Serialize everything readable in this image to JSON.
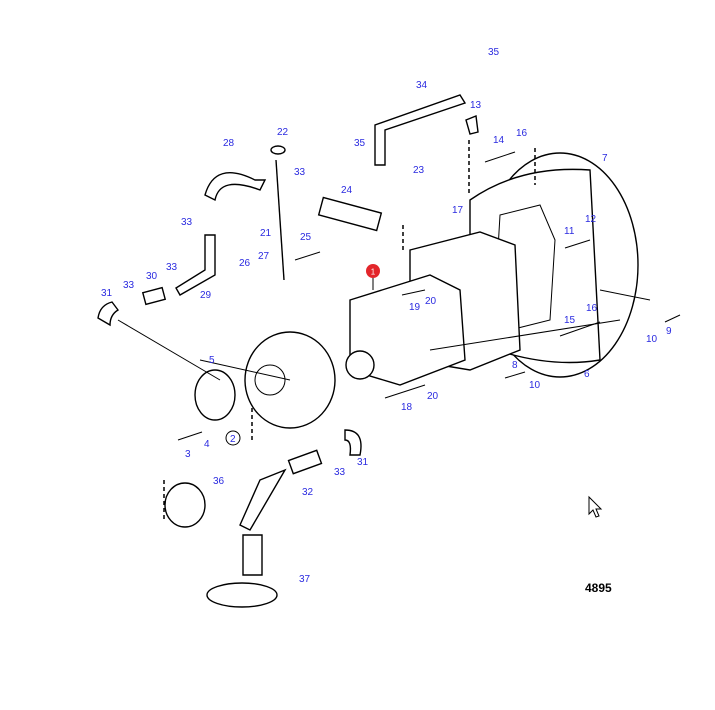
{
  "figure_number": "4895",
  "highlight_marker": "1",
  "highlight_color": "#e3262b",
  "label_color": "#2a2ae0",
  "callouts": [
    "35",
    "34",
    "13",
    "14",
    "16",
    "7",
    "28",
    "22",
    "35",
    "33",
    "23",
    "24",
    "17",
    "33",
    "21",
    "25",
    "12",
    "11",
    "26",
    "27",
    "33",
    "30",
    "33",
    "29",
    "31",
    "19",
    "20",
    "16",
    "15",
    "10",
    "9",
    "5",
    "8",
    "10",
    "6",
    "18",
    "20",
    "2",
    "3",
    "4",
    "31",
    "33",
    "36",
    "32",
    "37"
  ]
}
